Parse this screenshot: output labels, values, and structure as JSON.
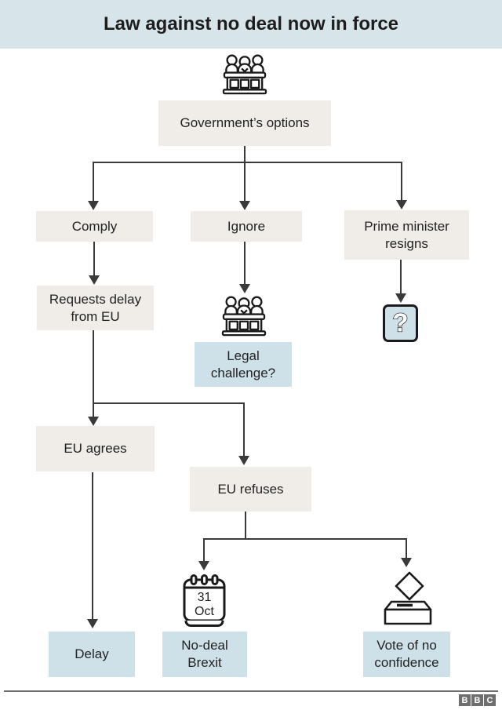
{
  "header": {
    "title": "Law against no deal now in force"
  },
  "nodes": {
    "government_options": {
      "label": "Government’s options"
    },
    "comply": {
      "label": "Comply"
    },
    "ignore": {
      "label": "Ignore"
    },
    "pm_resigns": {
      "label": "Prime minister resigns"
    },
    "requests_delay": {
      "label": "Requests delay from EU"
    },
    "legal_challenge": {
      "label": "Legal challenge?"
    },
    "question": {
      "label": "?"
    },
    "eu_agrees": {
      "label": "EU agrees"
    },
    "eu_refuses": {
      "label": "EU refuses"
    },
    "delay": {
      "label": "Delay"
    },
    "no_deal_brexit": {
      "label": "No-deal Brexit"
    },
    "vote_no_confidence": {
      "label": "Vote of no confidence"
    }
  },
  "icons": {
    "parliament_top": "parliament-bench-icon",
    "parliament_mid": "parliament-bench-icon",
    "question_badge": "question-mark-icon",
    "calendar": {
      "name": "calendar-icon",
      "day": "31",
      "month": "Oct"
    },
    "ballot": "ballot-box-icon"
  },
  "footer": {
    "logo": [
      "B",
      "B",
      "C"
    ]
  },
  "colors": {
    "header_bg": "#d7e4ea",
    "option_box_bg": "#f0ede8",
    "outcome_box_bg": "#cfe1e8",
    "line": "#3a3a3a",
    "text": "#222222",
    "logo_bg": "#6e6e6e"
  }
}
